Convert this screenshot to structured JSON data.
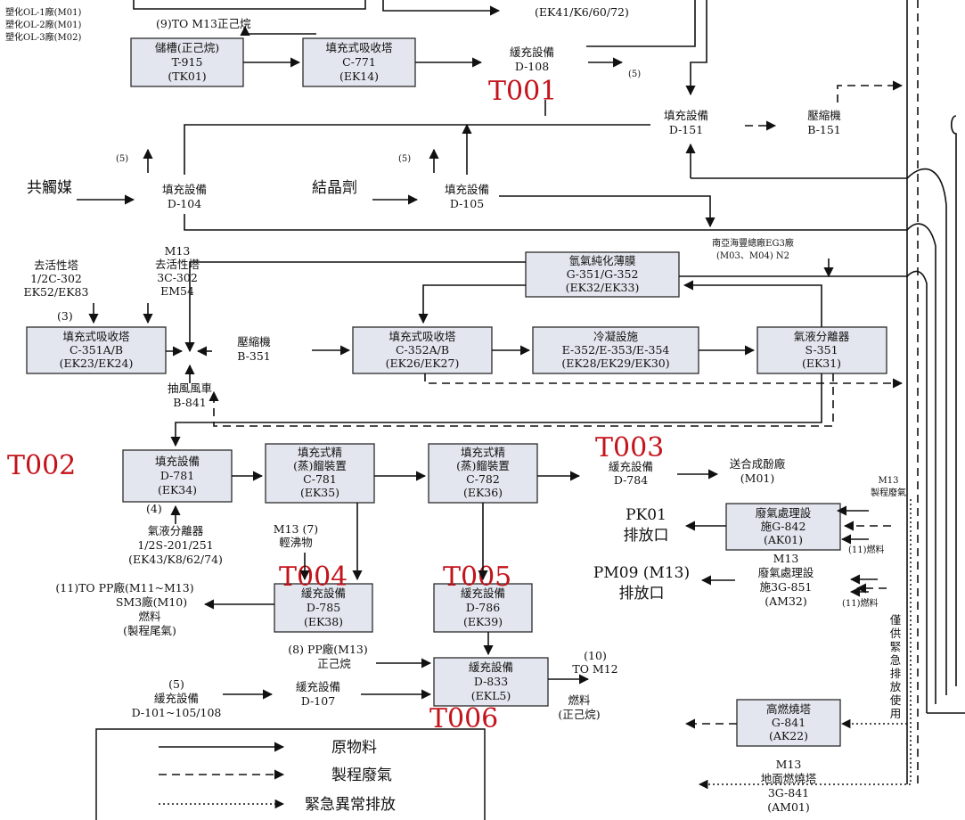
{
  "equipment": [
    {
      "id": "t915",
      "lines": [
        "儲槽(正己烷)",
        "T-915",
        "(TK01)"
      ]
    },
    {
      "id": "c771",
      "lines": [
        "填充式吸收塔",
        "C-771",
        "(EK14)"
      ]
    },
    {
      "id": "c351",
      "lines": [
        "填充式吸收塔",
        "C-351A/B",
        "(EK23/EK24)"
      ]
    },
    {
      "id": "c352",
      "lines": [
        "填充式吸收塔",
        "C-352A/B",
        "(EK26/EK27)"
      ]
    },
    {
      "id": "g351",
      "lines": [
        "氫氣純化薄膜",
        "G-351/G-352",
        "(EK32/EK33)"
      ]
    },
    {
      "id": "e352",
      "lines": [
        "冷凝設施",
        "E-352/E-353/E-354",
        "(EK28/EK29/EK30)"
      ]
    },
    {
      "id": "s351",
      "lines": [
        "氣液分離器",
        "S-351",
        "(EK31)"
      ]
    },
    {
      "id": "d781",
      "lines": [
        "填充設備",
        "D-781",
        "(EK34)"
      ]
    },
    {
      "id": "c781",
      "lines": [
        "填充式精",
        "(蒸)餾裝置",
        "C-781",
        "(EK35)"
      ]
    },
    {
      "id": "c782",
      "lines": [
        "填充式精",
        "(蒸)餾裝置",
        "C-782",
        "(EK36)"
      ]
    },
    {
      "id": "g842",
      "lines": [
        "廢氣處理設",
        "施G-842",
        "(AK01)"
      ]
    },
    {
      "id": "d785",
      "lines": [
        "緩充設備",
        "D-785",
        "(EK38)"
      ]
    },
    {
      "id": "d786",
      "lines": [
        "緩充設備",
        "D-786",
        "(EK39)"
      ]
    },
    {
      "id": "d833",
      "lines": [
        "緩充設備",
        "D-833",
        "(EKL5)"
      ]
    },
    {
      "id": "g841",
      "lines": [
        "高燃燒塔",
        "G-841",
        "(AK22)"
      ]
    }
  ],
  "labels": {
    "top_left": [
      "塑化OL-1廠(M01)",
      "塑化OL-2廠(M01)",
      "塑化OL-3廠(M02)"
    ],
    "to_m13": "(9)TO M13正己烷",
    "top_mid": "(EK41/K6/60/72)",
    "d108": [
      "緩充設備",
      "D-108"
    ],
    "n5": "(5)",
    "d151": [
      "填充設備",
      "D-151"
    ],
    "b151": [
      "壓縮機",
      "B-151"
    ],
    "catalyst": "共觸媒",
    "d104": [
      "填充設備",
      "D-104"
    ],
    "crystal": "結晶劑",
    "d105": [
      "填充設備",
      "D-105"
    ],
    "eg3": [
      "南亞海豐總廠EG3廠",
      "(M03、M04) N2"
    ],
    "deact_left": [
      "去活性塔",
      "1/2C-302",
      "EK52/EK83"
    ],
    "n3": "(3)",
    "deact_m13": [
      "M13",
      "去活性塔",
      "3C-302",
      "EM54"
    ],
    "b351": [
      "壓縮機",
      "B-351"
    ],
    "b841": [
      "抽風風車",
      "B-841"
    ],
    "d784": [
      "緩充設備",
      "D-784"
    ],
    "to_m01": [
      "送合成酚廠",
      "(M01)"
    ],
    "m13_waste": [
      "M13",
      "製程廢氣"
    ],
    "pk01": [
      "PK01",
      "排放口"
    ],
    "fuel": "(11)燃料",
    "n4": "(4)",
    "sep_bottom": [
      "氣液分離器",
      "1/2S-201/251",
      "(EK43/K8/62/74)"
    ],
    "m13_7": [
      "M13 (7)",
      "輕沸物"
    ],
    "pm09": [
      "PM09 (M13)",
      "排放口"
    ],
    "g851": [
      "M13",
      "廢氣處理設",
      "施3G-851",
      "(AM32)"
    ],
    "to_pp": [
      "(11)TO PP廠(M11~M13)",
      "SM3廠(M10)",
      "燃料",
      "(製程尾氣)"
    ],
    "pp_hex": [
      "(8) PP廠(M13)",
      "正己烷"
    ],
    "to_m12": [
      "(10)",
      "TO M12"
    ],
    "fuel_hex": [
      "燃料",
      "(正己烷)"
    ],
    "d107": [
      "緩充設備",
      "D-107"
    ],
    "d101": [
      "(5)",
      "緩充設備",
      "D-101~105/108"
    ],
    "emergency_vert": [
      "僅",
      "供",
      "緊",
      "急",
      "排",
      "放",
      "使",
      "用"
    ],
    "ground_flare": [
      "M13",
      "地面燃燒塔",
      "3G-841",
      "(AM01)"
    ]
  },
  "tags": [
    "T001",
    "T002",
    "T003",
    "T004",
    "T005",
    "T006"
  ],
  "legend": {
    "items": [
      "原物料",
      "製程廢氣",
      "緊急異常排放"
    ]
  }
}
